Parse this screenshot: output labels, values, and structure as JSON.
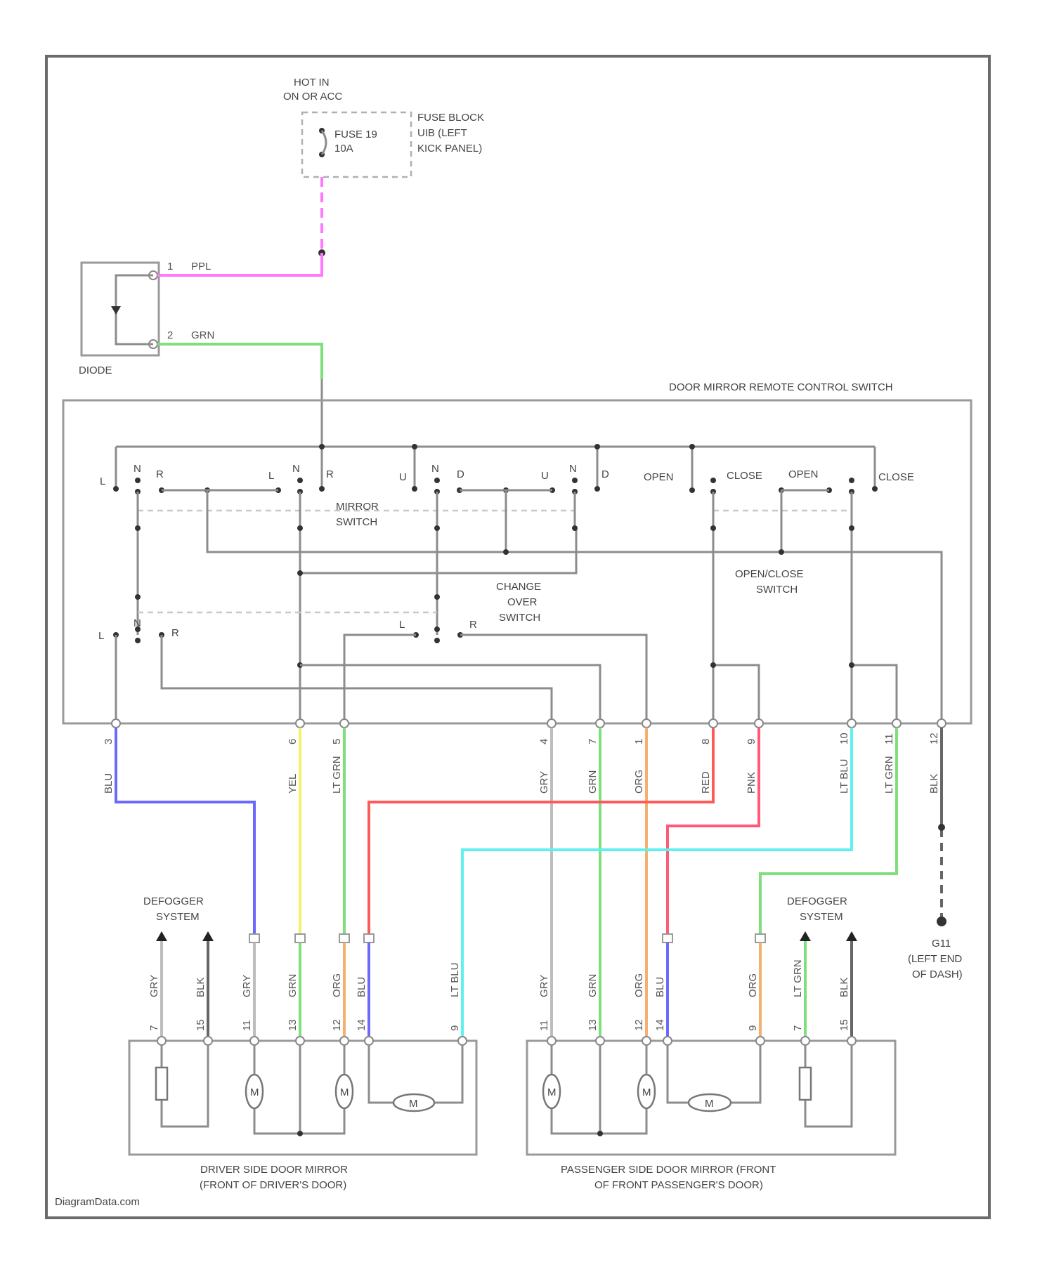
{
  "power": {
    "hot_line1": "HOT IN",
    "hot_line2": "ON OR ACC",
    "fuse_line1": "FUSE 19",
    "fuse_line2": "10A",
    "fuse_block_line1": "FUSE BLOCK",
    "fuse_block_line2": "UIB (LEFT",
    "fuse_block_line3": "KICK PANEL)"
  },
  "diode": {
    "label": "DIODE",
    "pin1": "1",
    "pin2": "2",
    "wire1": "PPL",
    "wire2": "GRN"
  },
  "switch_assembly": {
    "title": "DOOR MIRROR REMOTE CONTROL SWITCH",
    "mirror_switch_line1": "MIRROR",
    "mirror_switch_line2": "SWITCH",
    "change_over_line1": "CHANGE",
    "change_over_line2": "OVER",
    "change_over_line3": "SWITCH",
    "open_close_line1": "OPEN/CLOSE",
    "open_close_line2": "SWITCH",
    "contacts": {
      "L": "L",
      "N": "N",
      "R": "R",
      "U": "U",
      "D": "D",
      "OPEN": "OPEN",
      "CLOSE": "CLOSE"
    }
  },
  "connector_wires": [
    {
      "pin": "3",
      "color_code": "BLU",
      "color": "#6a6aff"
    },
    {
      "pin": "6",
      "color_code": "YEL",
      "color": "#f2f26a"
    },
    {
      "pin": "5",
      "color_code": "LT GRN",
      "color": "#7de07d"
    },
    {
      "pin": "4",
      "color_code": "GRY",
      "color": "#bdbdbd"
    },
    {
      "pin": "7",
      "color_code": "GRN",
      "color": "#7de07d"
    },
    {
      "pin": "1",
      "color_code": "ORG",
      "color": "#f5b070"
    },
    {
      "pin": "8",
      "color_code": "RED",
      "color": "#ff5a5a"
    },
    {
      "pin": "9",
      "color_code": "PNK",
      "color": "#ff5a78"
    },
    {
      "pin": "10",
      "color_code": "LT BLU",
      "color": "#5ff0f0"
    },
    {
      "pin": "11",
      "color_code": "LT GRN",
      "color": "#7de07d"
    },
    {
      "pin": "12",
      "color_code": "BLK",
      "color": "#666666"
    }
  ],
  "ground": {
    "label": "G11",
    "line2": "(LEFT END",
    "line3": "OF DASH)",
    "wire": "BLK"
  },
  "driver_mirror": {
    "defogger_line1": "DEFOGGER",
    "defogger_line2": "SYSTEM",
    "title_line1": "DRIVER SIDE DOOR MIRROR",
    "title_line2": "(FRONT OF DRIVER'S DOOR)",
    "pins": [
      "7",
      "15",
      "11",
      "13",
      "12",
      "14",
      "9"
    ],
    "wires": [
      "GRY",
      "BLK",
      "GRY",
      "GRN",
      "ORG",
      "BLU",
      "LT BLU"
    ]
  },
  "passenger_mirror": {
    "defogger_line1": "DEFOGGER",
    "defogger_line2": "SYSTEM",
    "title_line1": "PASSENGER SIDE DOOR MIRROR (FRONT",
    "title_line2": "OF FRONT PASSENGER'S DOOR)",
    "pins": [
      "11",
      "13",
      "12",
      "14",
      "9",
      "7",
      "15"
    ],
    "wires": [
      "GRY",
      "GRN",
      "ORG",
      "BLU",
      "ORG",
      "LT GRN",
      "BLK"
    ]
  },
  "footer": {
    "watermark": "DiagramData.com"
  }
}
